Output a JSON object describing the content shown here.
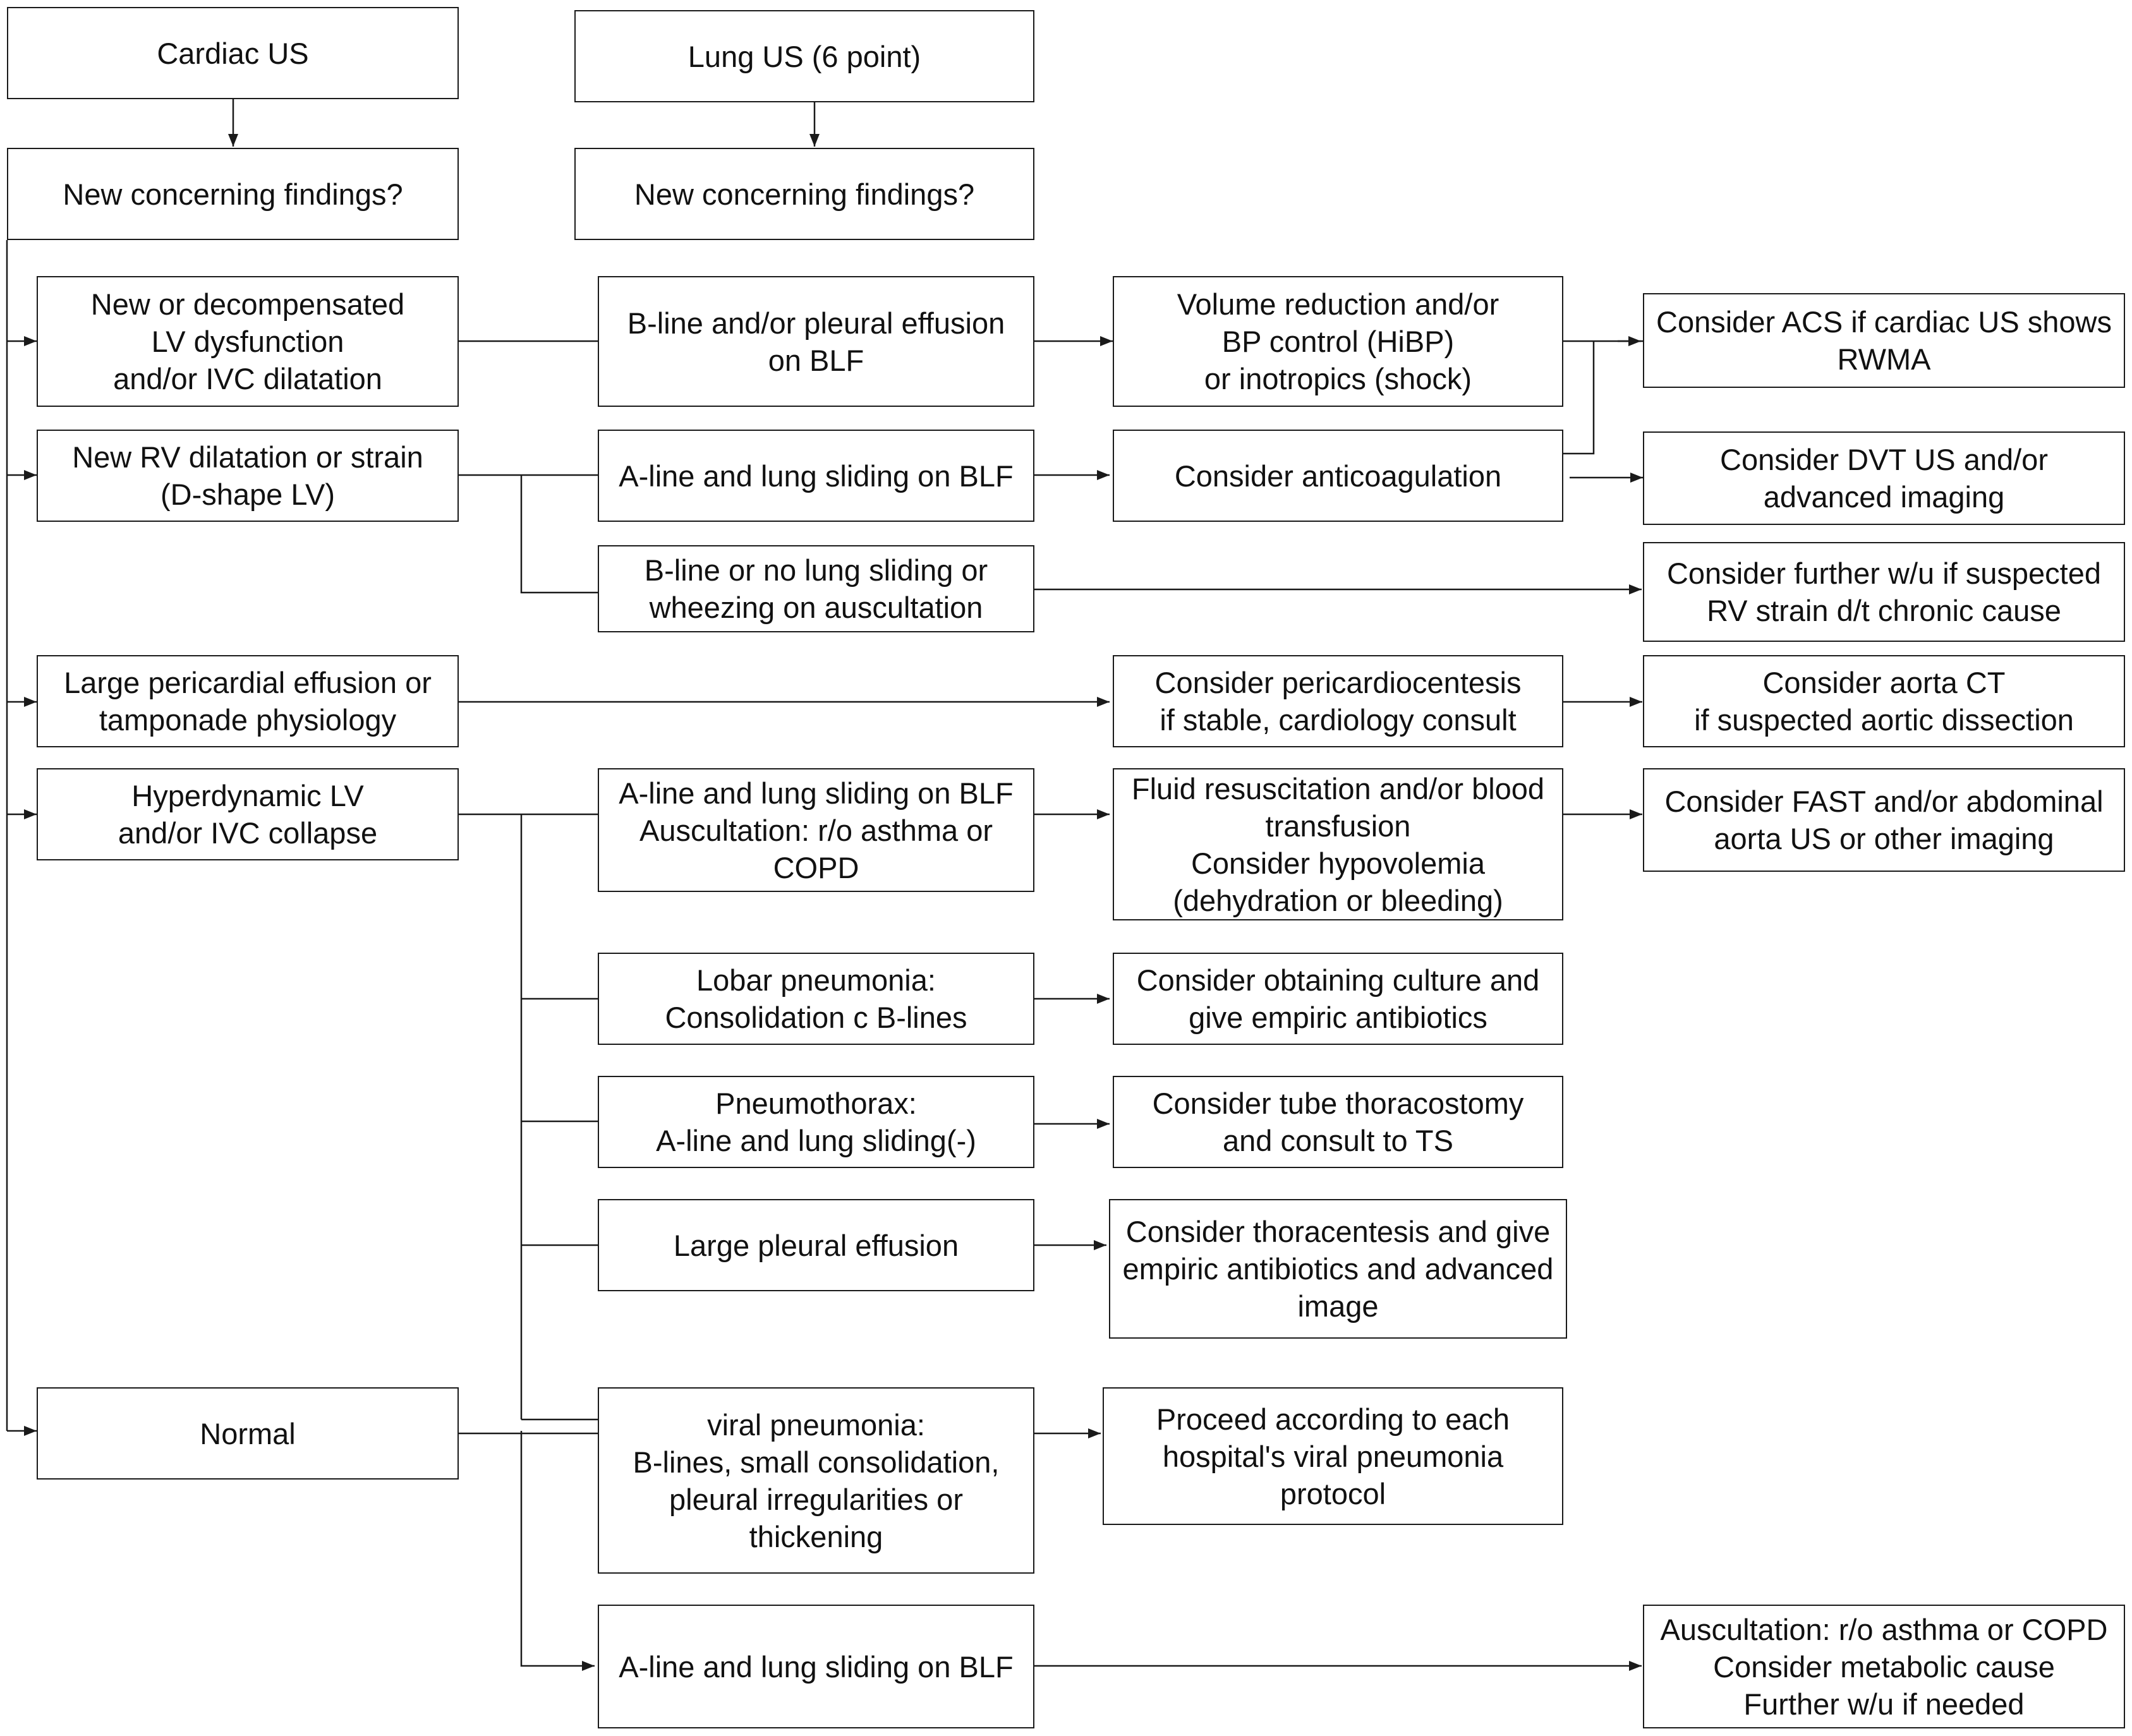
{
  "colors": {
    "stroke": "#1a1a1a",
    "text": "#111111",
    "background": "#ffffff"
  },
  "nodes": {
    "cardiac_us": {
      "text": "Cardiac US"
    },
    "lung_us": {
      "text": "Lung US (6 point)"
    },
    "cardiac_findings": {
      "text": "New concerning findings?"
    },
    "lung_findings": {
      "text": "New concerning findings?"
    },
    "lv_dysfunction": {
      "text": "New or decompensated\nLV dysfunction\nand/or IVC dilatation"
    },
    "rv_dilatation": {
      "text": "New RV dilatation or strain\n(D-shape LV)"
    },
    "pericardial_effusion": {
      "text": "Large pericardial effusion or\ntamponade physiology"
    },
    "hyperdynamic_lv": {
      "text": "Hyperdynamic LV\nand/or IVC collapse"
    },
    "normal": {
      "text": "Normal"
    },
    "bline_effusion": {
      "text": "B-line and/or pleural effusion\non BLF"
    },
    "aline_sliding_rv": {
      "text": "A-line and lung sliding on BLF"
    },
    "bline_no_sliding": {
      "text": "B-line or no lung sliding or\nwheezing on auscultation"
    },
    "aline_auscultation": {
      "text": "A-line and lung sliding on BLF\nAuscultation: r/o asthma or\nCOPD"
    },
    "lobar_pneumonia": {
      "text": "Lobar pneumonia:\nConsolidation c B-lines"
    },
    "pneumothorax": {
      "text": "Pneumothorax:\nA-line and lung sliding(-)"
    },
    "large_pleural_effusion": {
      "text": "Large pleural effusion"
    },
    "viral_pneumonia": {
      "text": "viral pneumonia:\nB-lines, small consolidation,\npleural irregularities or\nthickening"
    },
    "aline_sliding_normal": {
      "text": "A-line and lung sliding on BLF"
    },
    "volume_reduction": {
      "text": "Volume reduction and/or\nBP control (HiBP)\nor inotropics (shock)"
    },
    "anticoagulation": {
      "text": "Consider anticoagulation"
    },
    "pericardiocentesis": {
      "text": "Consider pericardiocentesis\nif stable, cardiology consult"
    },
    "fluid_resuscitation": {
      "text": "Fluid resuscitation and/or blood\ntransfusion\nConsider hypovolemia\n(dehydration or bleeding)"
    },
    "culture_antibiotics": {
      "text": "Consider obtaining culture and\ngive empiric antibiotics"
    },
    "tube_thoracostomy": {
      "text": "Consider tube thoracostomy\nand consult to TS"
    },
    "thoracentesis": {
      "text": "Consider thoracentesis and give\nempiric antibiotics and advanced\nimage"
    },
    "viral_protocol": {
      "text": "Proceed according to each\nhospital's viral pneumonia\nprotocol"
    },
    "acs": {
      "text": "Consider ACS if cardiac US shows\nRWMA"
    },
    "dvt_us": {
      "text": "Consider DVT US and/or\nadvanced imaging"
    },
    "further_wu_rv": {
      "text": "Consider further w/u if suspected\nRV strain d/t chronic cause"
    },
    "aorta_ct": {
      "text": "Consider aorta CT\nif suspected aortic dissection"
    },
    "fast_abdominal": {
      "text": "Consider FAST and/or abdominal\naorta US or other imaging"
    },
    "metabolic_cause": {
      "text": "Auscultation: r/o asthma or COPD\nConsider metabolic cause\nFurther w/u if needed"
    }
  }
}
